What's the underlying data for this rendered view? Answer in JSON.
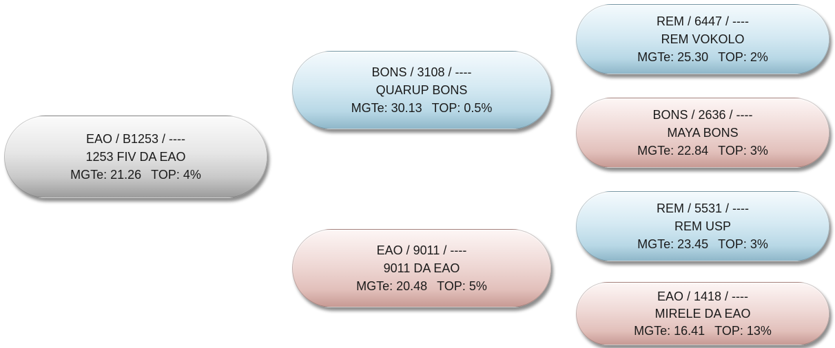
{
  "nodes": {
    "root": {
      "line1": "EAO / B1253 / ----",
      "line2": "1253 FIV DA EAO",
      "mgte": "MGTe: 21.26",
      "top": "TOP: 4%"
    },
    "bons1": {
      "line1": "BONS / 3108 / ----",
      "line2": "QUARUP BONS",
      "mgte": "MGTe: 30.13",
      "top": "TOP: 0.5%"
    },
    "eao9011": {
      "line1": "EAO / 9011 / ----",
      "line2": "9011 DA EAO",
      "mgte": "MGTe: 20.48",
      "top": "TOP: 5%"
    },
    "rem6447": {
      "line1": "REM / 6447 / ----",
      "line2": "REM VOKOLO",
      "mgte": "MGTe: 25.30",
      "top": "TOP: 2%"
    },
    "bons2": {
      "line1": "BONS / 2636 / ----",
      "line2": "MAYA BONS",
      "mgte": "MGTe: 22.84",
      "top": "TOP: 3%"
    },
    "rem5531": {
      "line1": "REM / 5531 / ----",
      "line2": "REM USP",
      "mgte": "MGTe: 23.45",
      "top": "TOP: 3%"
    },
    "eao1418": {
      "line1": "EAO / 1418 / ----",
      "line2": "MIRELE DA EAO",
      "mgte": "MGTe: 16.41",
      "top": "TOP: 13%"
    }
  },
  "colors": {
    "gray": "#c9c9c9",
    "blue": "#b8d8e6",
    "pink": "#e2c0bb"
  }
}
